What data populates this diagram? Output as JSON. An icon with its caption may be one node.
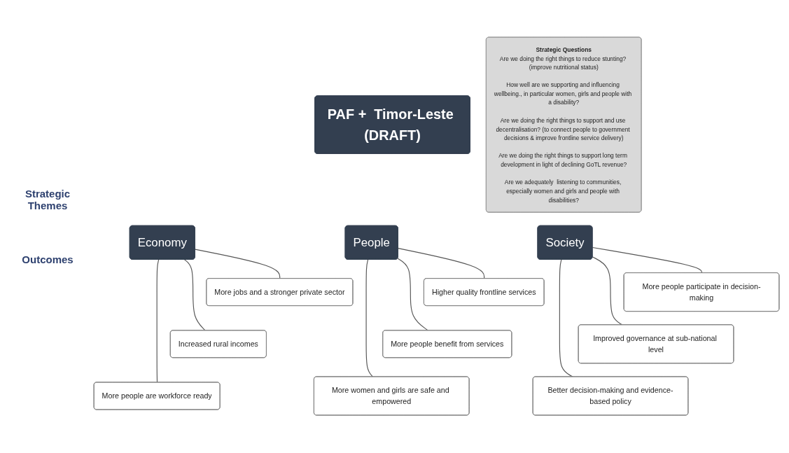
{
  "diagram": {
    "nodes": [
      {
        "text": [
          "PAF +  Timor-Leste (DRAFT)"
        ]
      },
      {
        "text": [
          "Economy"
        ]
      },
      {
        "text": [
          "More jobs and a stronger private sector"
        ]
      },
      {
        "text": [
          "Increased rural incomes"
        ]
      },
      {
        "text": [
          "More people are workforce ready"
        ]
      },
      {
        "text": [
          "People"
        ]
      },
      {
        "text": [
          "Higher quality frontline services"
        ]
      },
      {
        "text": [
          "More people benefit from services"
        ]
      },
      {
        "text": [
          "More women and girls are safe and empowered"
        ]
      },
      {
        "text": [
          "Society"
        ]
      },
      {
        "text": [
          "More people participate in decision-making"
        ]
      },
      {
        "text": [
          "Improved governance at sub-national level"
        ]
      },
      {
        "text": [
          "Better decision-making and evidence-based policy"
        ]
      },
      {
        "text": [
          "Strategic Questions",
          "Are we doing the right things to reduce stunting? (improve nutritional status)",
          "How well are we supporting and influencing wellbeing., in particular women, girls and people with a disability?",
          "Are we doing the right things to support and use decentralisation? (to connect people to government decisions & improve frontline service delivery)",
          "Are we doing the right things to support long term development in light of declining GoTL revenue?",
          "Are we adequately  listening to communities, especially women and girls and people with disabilities?"
        ]
      }
    ],
    "edges": [
      {
        "from": 1,
        "to": 2,
        "arrow": "none"
      },
      {
        "from": 1,
        "to": 3,
        "arrow": "none"
      },
      {
        "from": 1,
        "to": 4,
        "arrow": "none"
      },
      {
        "from": 5,
        "to": 6,
        "arrow": "none"
      },
      {
        "from": 5,
        "to": 7,
        "arrow": "none"
      },
      {
        "from": 5,
        "to": 8,
        "arrow": "none"
      },
      {
        "from": 9,
        "to": 10,
        "arrow": "none"
      },
      {
        "from": 9,
        "to": 11,
        "arrow": "none"
      },
      {
        "from": 9,
        "to": 12,
        "arrow": "none"
      }
    ],
    "labels": [
      "Strategic Themes",
      "Outcomes"
    ]
  }
}
